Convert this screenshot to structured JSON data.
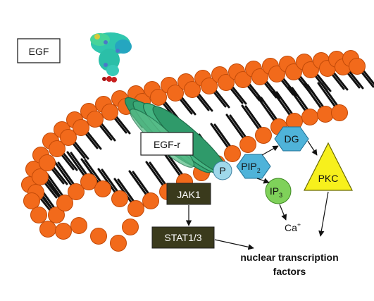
{
  "labels": {
    "egf": "EGF",
    "egf_r": "EGF-r",
    "p": "P",
    "pip2": "PIP",
    "pip2_sub": "2",
    "dg": "DG",
    "ip3": "IP",
    "ip3_sub": "3",
    "pkc": "PKC",
    "jak1": "JAK1",
    "stat": "STAT1/3",
    "ca": "Ca",
    "ca_sup": "+",
    "nuclear_line1": "nuclear transcription",
    "nuclear_line2": "factors"
  },
  "colors": {
    "lipid_head": "#f26a1b",
    "lipid_head_stroke": "#c24a08",
    "receptor": "#2f9a6a",
    "receptor_light": "#5bbf8a",
    "hexagon": "#4fb3d9",
    "p_circle": "#9fd8ea",
    "ip3_circle": "#7fd15a",
    "pkc_triangle": "#f7f01c",
    "dark_box": "#3a3a1c",
    "protein_cyan": "#36c7b0",
    "protein_red": "#c81e1e"
  },
  "icons": {
    "egf_protein": "egf-protein-structure-icon"
  }
}
